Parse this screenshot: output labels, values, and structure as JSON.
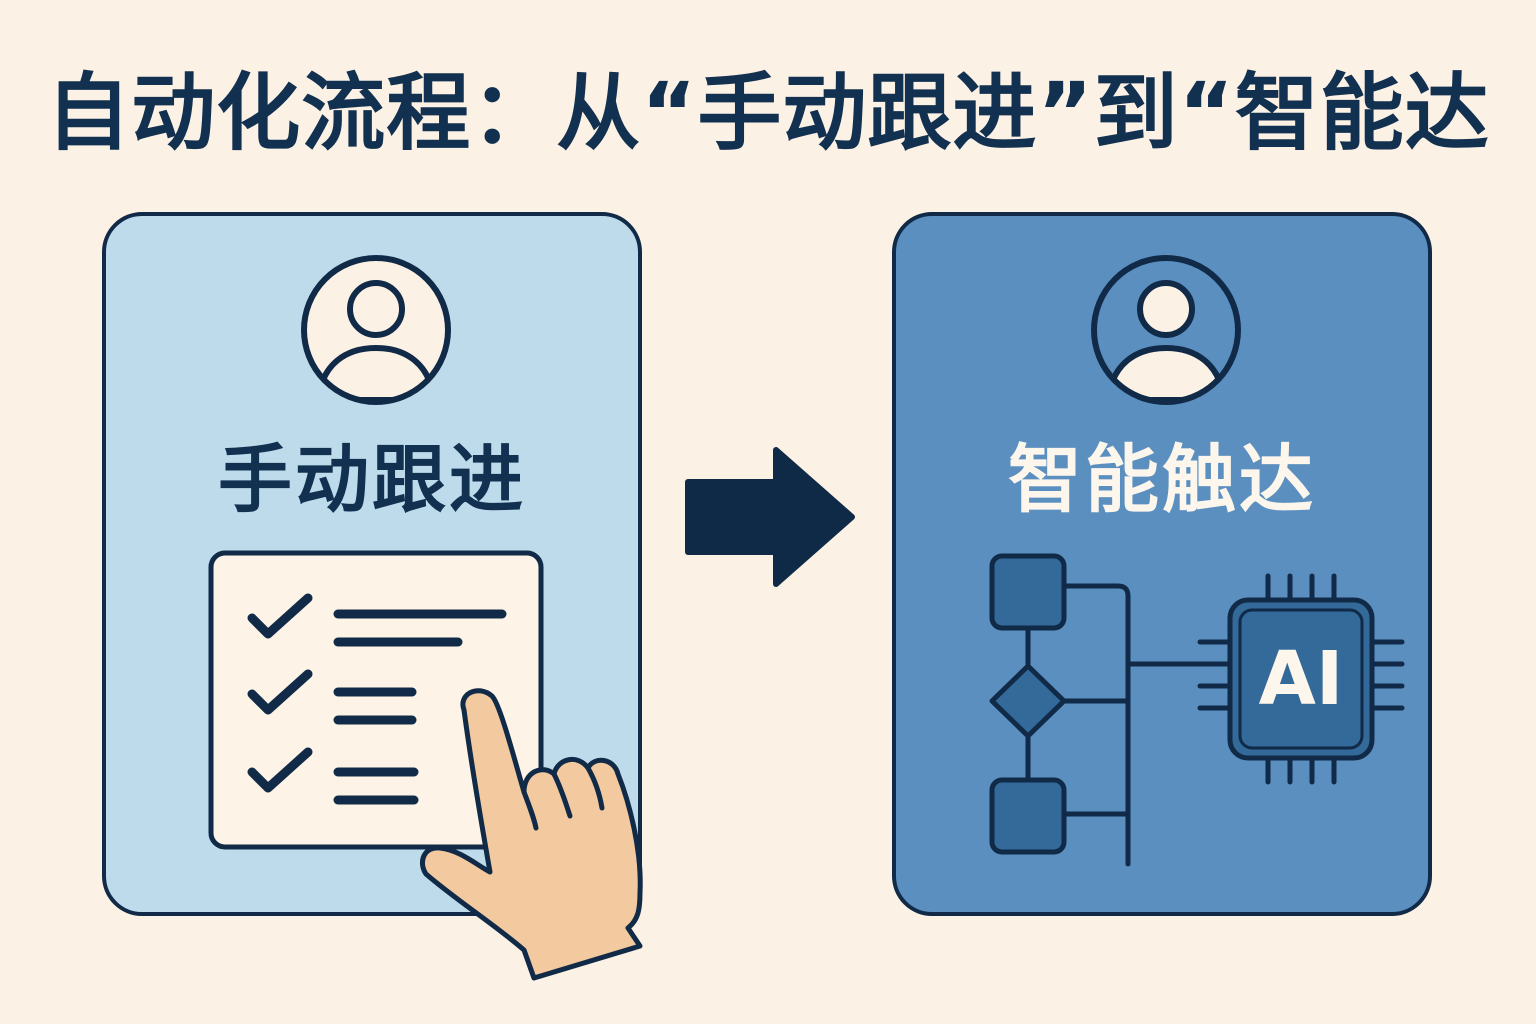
{
  "title": "自动化流程：从“手动跟进”到“智能达",
  "left_card": {
    "label": "手动跟进",
    "icons": [
      "user-icon",
      "checklist-icon",
      "pointing-hand-icon"
    ]
  },
  "right_card": {
    "label": "智能触达",
    "chip_label": "AI",
    "icons": [
      "user-icon",
      "flowchart-icon",
      "ai-chip-icon"
    ]
  },
  "arrow_icon": "right-arrow-icon",
  "colors": {
    "background": "#fcf1e5",
    "dark_navy": "#12304f",
    "left_card_fill": "#bedbec",
    "right_card_fill": "#5a8fc0",
    "flow_node_fill": "#336a99",
    "hand_fill": "#f3c9a0",
    "paper_fill": "#fdf3e6"
  }
}
